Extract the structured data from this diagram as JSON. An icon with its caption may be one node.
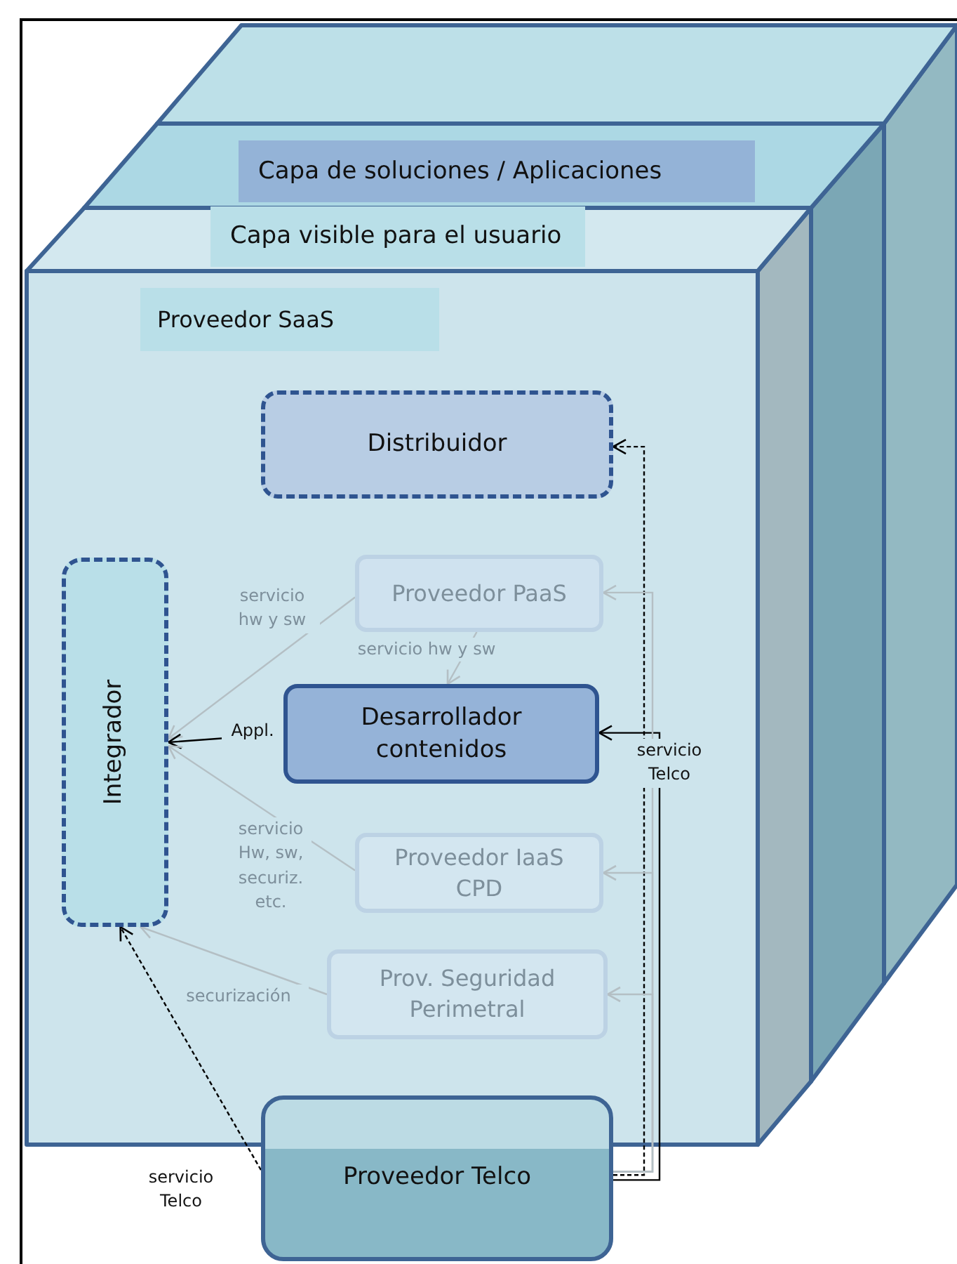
{
  "diagram": {
    "nodes": [
      {
        "text": [
          "Capa de soluciones / Aplicaciones"
        ]
      },
      {
        "text": [
          "Capa visible para el usuario"
        ]
      },
      {
        "text": [
          "Proveedor SaaS"
        ]
      },
      {
        "text": [
          "Distribuidor"
        ]
      },
      {
        "text": [
          "Integrador"
        ]
      },
      {
        "text": [
          "Proveedor PaaS"
        ]
      },
      {
        "text": [
          "Desarrollador contenidos"
        ]
      },
      {
        "text": [
          "Proveedor IaaS CPD"
        ]
      },
      {
        "text": [
          "Prov. Seguridad Perimetral"
        ]
      },
      {
        "text": [
          "Proveedor Telco"
        ]
      }
    ],
    "edges": [
      {
        "from": 5,
        "to": 4,
        "arrow": "to",
        "label": "servicio hw y sw"
      },
      {
        "from": 5,
        "to": 6,
        "arrow": "to",
        "label": "servicio hw y sw"
      },
      {
        "from": 6,
        "to": 4,
        "arrow": "to",
        "label": "Appl.",
        "color": "#000000"
      },
      {
        "from": 7,
        "to": 4,
        "arrow": "to",
        "label": "servicio Hw, sw, securiz. etc."
      },
      {
        "from": 8,
        "to": 4,
        "arrow": "to",
        "label": "securización"
      },
      {
        "from": 9,
        "to": 4,
        "arrow": "to",
        "label": "servicio Telco",
        "style": "dashed",
        "color": "#000000"
      },
      {
        "from": 9,
        "to": 3,
        "arrow": "to",
        "style": "dashed",
        "color": "#000000"
      },
      {
        "from": 9,
        "to": 6,
        "arrow": "to",
        "label": "servicio Telco",
        "color": "#000000"
      },
      {
        "from": 9,
        "to": 5,
        "arrow": "to"
      },
      {
        "from": 9,
        "to": 7,
        "arrow": "to"
      },
      {
        "from": 9,
        "to": 8,
        "arrow": "to"
      }
    ]
  }
}
